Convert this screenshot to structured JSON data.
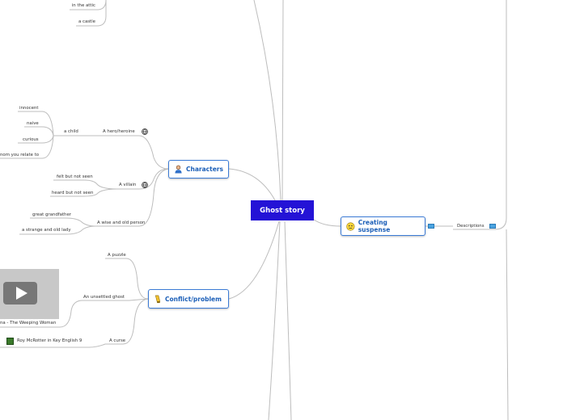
{
  "central": {
    "label": "Ghost story"
  },
  "topics": {
    "characters": "Characters",
    "conflict": "Conflict/problem",
    "suspense": "Creating suspense"
  },
  "setting": {
    "attic": "in the attic",
    "castle": "a castle"
  },
  "characters": {
    "hero": "A hero/heroine",
    "child": "a child",
    "innocent": "innocent",
    "naive": "naive",
    "curious": "curious",
    "relate": "nom you relate to",
    "villain": "A villain",
    "felt": "felt but not seen",
    "heard": "heard but not seen",
    "wise": "A wise and old person",
    "grandfather": "great grandfather",
    "old_lady": "a strange and old lady"
  },
  "conflict": {
    "puzzle": "A puzzle",
    "unsettled": "An unsettled ghost",
    "video_caption": "na - The Weeping Woman",
    "curse": "A curse",
    "book": "Roy McRotter in Key English 9"
  },
  "suspense": {
    "descriptions": "Descriptions"
  },
  "colors": {
    "central_fill": "#2413d6",
    "topic_border": "#3b7bd6",
    "link": "#bdbdbd"
  }
}
